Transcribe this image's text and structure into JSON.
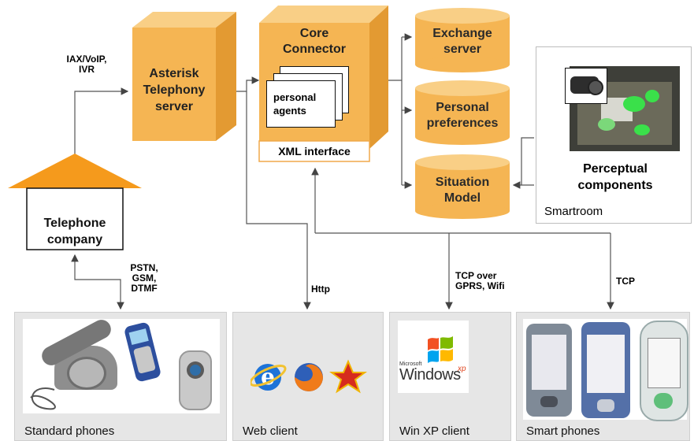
{
  "core": {
    "title_line1": "Core",
    "title_line2": "Connector",
    "agents_line1": "personal",
    "agents_line2": "agents",
    "xml_interface": "XML interface"
  },
  "asterisk": {
    "line1": "Asterisk",
    "line2": "Telephony",
    "line3": "server"
  },
  "telephone_company": {
    "line1": "Telephone",
    "line2": "company"
  },
  "cylinders": [
    {
      "line1": "Exchange",
      "line2": "server"
    },
    {
      "line1": "Personal",
      "line2": "preferences"
    },
    {
      "line1": "Situation",
      "line2": "Model"
    }
  ],
  "smartroom": {
    "perceptual_line1": "Perceptual",
    "perceptual_line2": "components",
    "label": "Smartroom"
  },
  "connection_labels": {
    "iax_line1": "IAX/VoIP,",
    "iax_line2": "IVR",
    "pstn_line1": "PSTN,",
    "pstn_line2": "GSM,",
    "pstn_line3": "DTMF",
    "http": "Http",
    "tcp_gprs_line1": "TCP over",
    "tcp_gprs_line2": "GPRS, Wifi",
    "tcp": "TCP"
  },
  "clients": [
    {
      "label": "Standard phones"
    },
    {
      "label": "Web client"
    },
    {
      "label": "Win XP client"
    },
    {
      "label": "Smart phones"
    }
  ],
  "windows_logo": {
    "microsoft": "Microsoft",
    "windows": "Windows",
    "xp": "xp"
  },
  "colors": {
    "orange_front": "#f5b553",
    "orange_top": "#f9cf86",
    "orange_side": "#e39a32",
    "panel_gray": "#e6e6e6",
    "roof_orange": "#f59a1c"
  }
}
